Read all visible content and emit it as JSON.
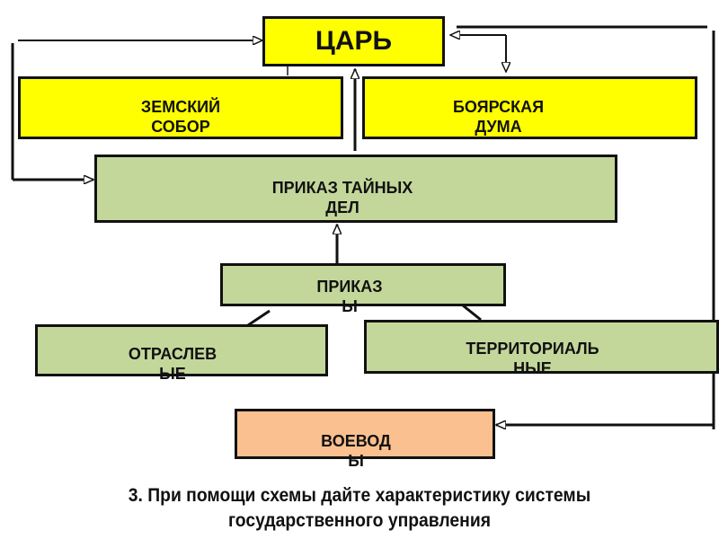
{
  "diagram": {
    "nodes": {
      "tsar": {
        "label": "ЦАРЬ",
        "color": "#ffff00"
      },
      "zemsky_sobor": {
        "label": "ЗЕМСКИЙ\nСОБОР",
        "color": "#ffff00"
      },
      "boyar_duma": {
        "label": "БОЯРСКАЯ\nДУМА",
        "color": "#ffff00"
      },
      "secret_prikaz": {
        "label": "ПРИКАЗ ТАЙНЫХ\nДЕЛ",
        "color": "#c4d79b"
      },
      "prikazy": {
        "label": "ПРИКАЗ\nЫ",
        "color": "#c4d79b"
      },
      "branch": {
        "label": "ОТРАСЛЕВ\nЫЕ",
        "color": "#c4d79b"
      },
      "territorial": {
        "label": "ТЕРРИТОРИАЛЬ\nНЫЕ",
        "color": "#c4d79b"
      },
      "voevody": {
        "label": "ВОЕВОД\nЫ",
        "color": "#fac090"
      }
    },
    "edges": [
      {
        "from": "zemsky_sobor",
        "to": "tsar",
        "type": "arrow"
      },
      {
        "from": "tsar",
        "to": "boyar_duma",
        "type": "arrow"
      },
      {
        "from": "tsar",
        "to": "secret_prikaz",
        "type": "arrow"
      },
      {
        "from": "secret_prikaz",
        "to": "tsar",
        "type": "arrow"
      },
      {
        "from": "prikazy",
        "to": "secret_prikaz",
        "type": "arrow"
      },
      {
        "from": "prikazy",
        "to": "branch",
        "type": "line"
      },
      {
        "from": "prikazy",
        "to": "territorial",
        "type": "line"
      },
      {
        "from": "tsar",
        "to": "voevody",
        "type": "arrow"
      }
    ]
  },
  "caption": "3. При помощи схемы дайте характеристику системы\nгосударственного управления"
}
